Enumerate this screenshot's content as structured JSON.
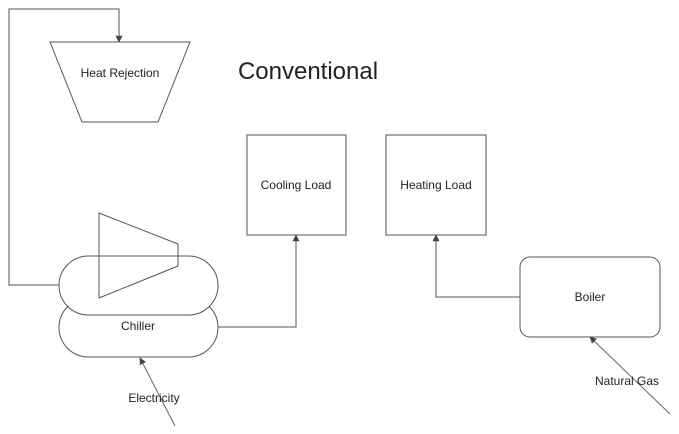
{
  "diagram": {
    "title": "Conventional",
    "nodes": {
      "heat_rejection": "Heat Rejection",
      "chiller": "Chiller",
      "cooling_load": "Cooling Load",
      "heating_load": "Heating Load",
      "boiler": "Boiler"
    },
    "inputs": {
      "electricity": "Electricity",
      "natural_gas": "Natural Gas"
    }
  }
}
